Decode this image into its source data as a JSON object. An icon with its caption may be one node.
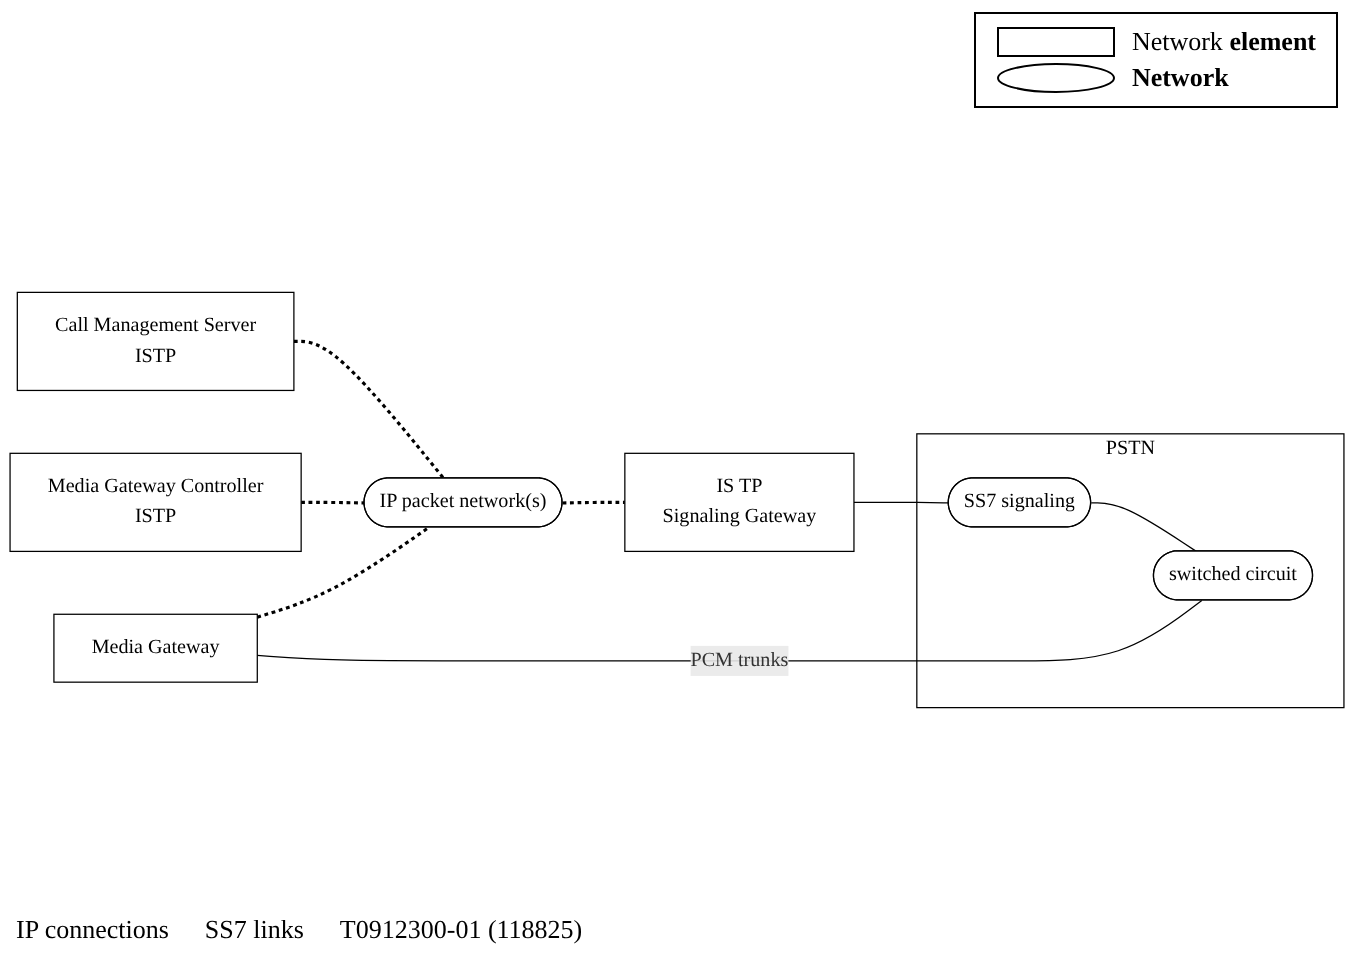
{
  "diagram": {
    "nodes": [
      {
        "text": [
          "Call Management Server",
          "ISTP"
        ]
      },
      {
        "text": [
          "Media Gateway Controller",
          "ISTP"
        ]
      },
      {
        "text": [
          "IP packet network(s)"
        ]
      },
      {
        "text": [
          "IS TP",
          "Signaling Gateway"
        ]
      },
      {
        "text": [
          "PSTN"
        ]
      },
      {
        "text": [
          "SS7 signaling"
        ],
        "in": 4
      },
      {
        "text": [
          "switched circuit"
        ],
        "in": 4
      },
      {
        "text": [
          "Media Gateway"
        ]
      }
    ],
    "edges": [
      {
        "from": 0,
        "to": 2,
        "arrow": "none",
        "style": "dashed"
      },
      {
        "from": 1,
        "to": 2,
        "arrow": "none",
        "style": "dashed"
      },
      {
        "from": 2,
        "to": 3,
        "arrow": "none",
        "style": "dashed"
      },
      {
        "from": 3,
        "to": 5,
        "arrow": "none"
      },
      {
        "from": 5,
        "to": 6,
        "arrow": "none"
      },
      {
        "from": 7,
        "to": 2,
        "arrow": "none",
        "style": "dashed"
      },
      {
        "from": 7,
        "to": 6,
        "arrow": "none",
        "label": "PCM trunks"
      }
    ],
    "labels": [
      "IP connections",
      "SS7 links",
      "T0912300-01 (118825)"
    ],
    "legend": [
      {
        "text": "Network **element**"
      },
      {
        "text": "**Network**"
      }
    ]
  }
}
